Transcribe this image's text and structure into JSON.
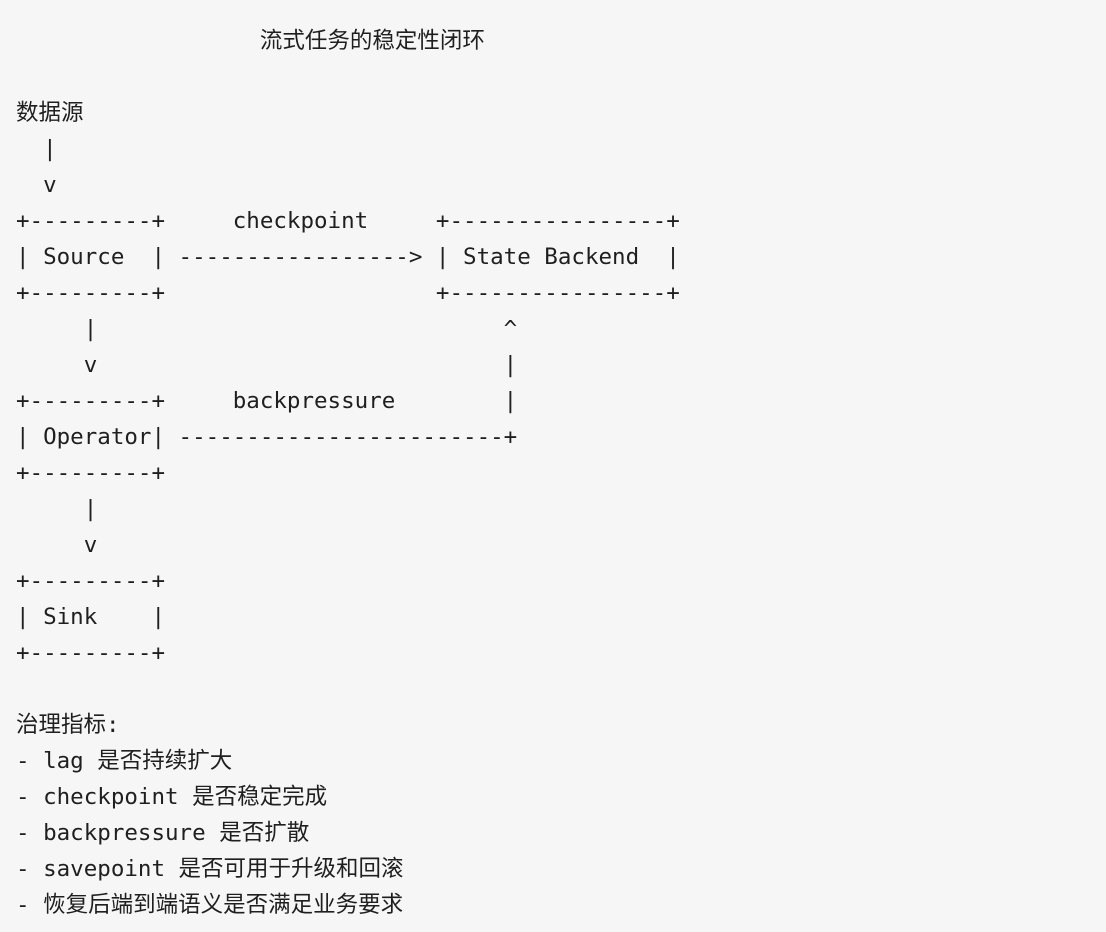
{
  "diagram": {
    "lines": [
      "                  流式任务的稳定性闭环",
      "",
      "数据源",
      "  |",
      "  v",
      "+---------+     checkpoint     +----------------+",
      "| Source  | -----------------> | State Backend  |",
      "+---------+                    +----------------+",
      "     |                              ^",
      "     v                              |",
      "+---------+     backpressure        |",
      "| Operator| ------------------------+",
      "+---------+",
      "     |",
      "     v",
      "+---------+",
      "| Sink    |",
      "+---------+",
      "",
      "治理指标:",
      "- lag 是否持续扩大",
      "- checkpoint 是否稳定完成",
      "- backpressure 是否扩散",
      "- savepoint 是否可用于升级和回滚",
      "- 恢复后端到端语义是否满足业务要求"
    ]
  }
}
